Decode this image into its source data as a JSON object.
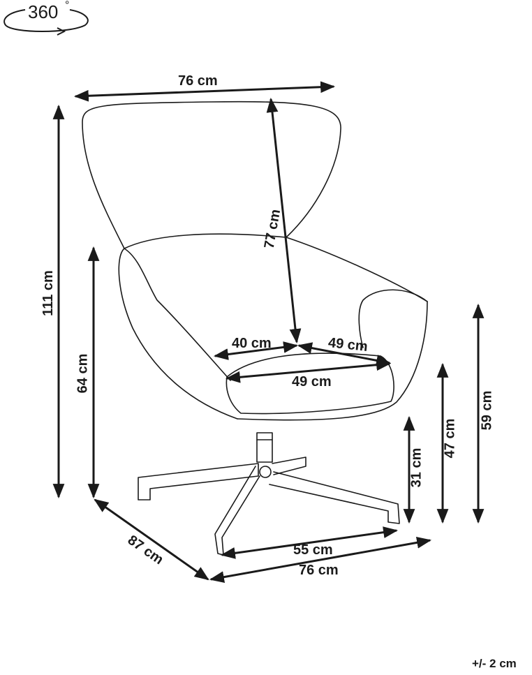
{
  "badge": {
    "value": "360",
    "unit": "°"
  },
  "dimensions": {
    "top_width": "76 cm",
    "backrest_height": "77 cm",
    "total_height": "111 cm",
    "arm_height": "64 cm",
    "seat_depth_40": "40 cm",
    "seat_width_49_back": "49 cm",
    "seat_width_49_front": "49 cm",
    "leg_height": "31 cm",
    "seat_height": "47 cm",
    "armrest_height": "59 cm",
    "depth": "87 cm",
    "base_width": "55 cm",
    "bottom_width": "76 cm"
  },
  "tolerance": "+/- 2 cm",
  "colors": {
    "line": "#1a1a1a",
    "background": "#ffffff"
  }
}
